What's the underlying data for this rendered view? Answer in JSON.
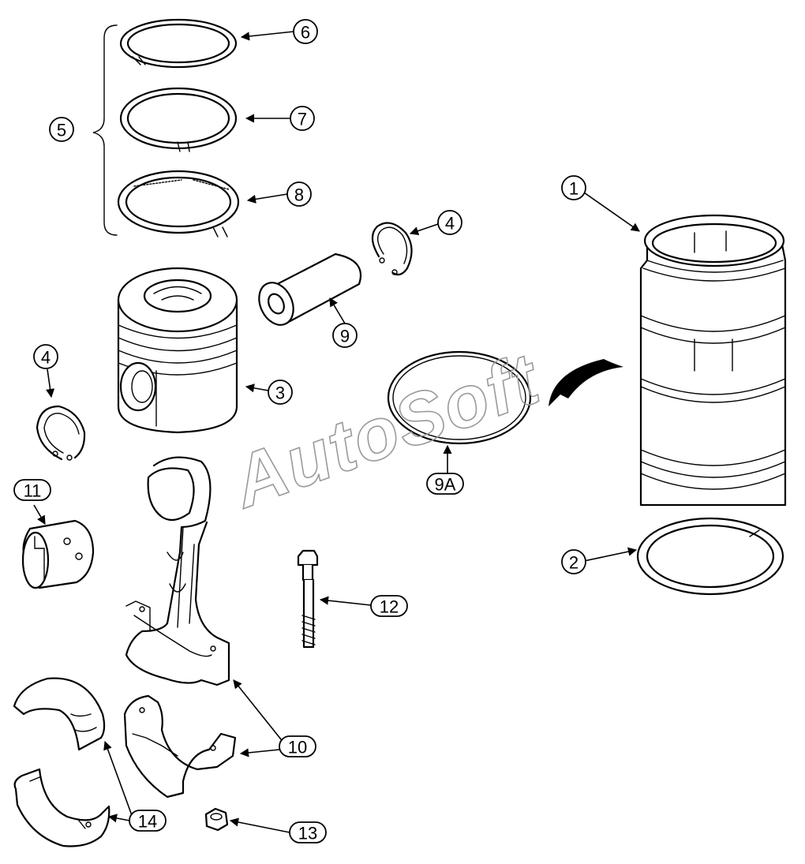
{
  "callouts": {
    "c1": "1",
    "c2": "2",
    "c3": "3",
    "c4a": "4",
    "c4b": "4",
    "c5": "5",
    "c6": "6",
    "c7": "7",
    "c8": "8",
    "c9": "9",
    "c9a": "9A",
    "c10a": "10",
    "c11": "11",
    "c12": "12",
    "c13": "13",
    "c14": "14"
  },
  "watermark": "AutoSoft",
  "colors": {
    "line": "#000000",
    "watermark": "#9a9a9a",
    "background": "#ffffff"
  }
}
